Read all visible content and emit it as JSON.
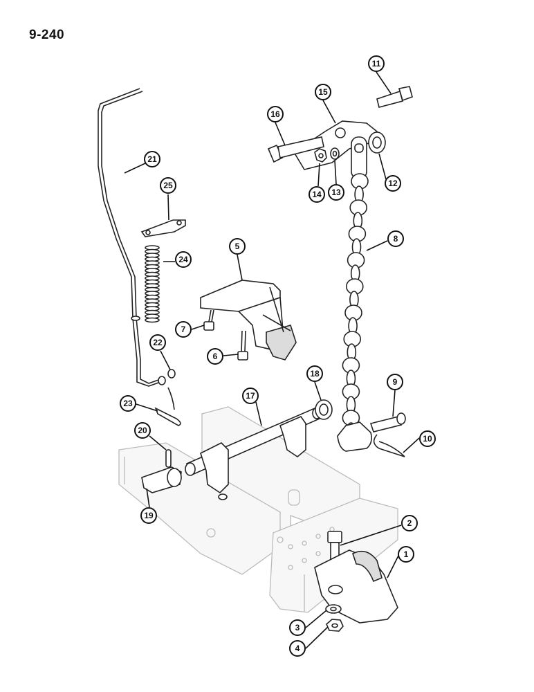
{
  "page_number": "9-240",
  "colors": {
    "ink": "#111111",
    "ghost": "#bbbbbb"
  },
  "callouts": [
    {
      "id": "1",
      "label": "1"
    },
    {
      "id": "2",
      "label": "2"
    },
    {
      "id": "3",
      "label": "3"
    },
    {
      "id": "4",
      "label": "4"
    },
    {
      "id": "5",
      "label": "5"
    },
    {
      "id": "6",
      "label": "6"
    },
    {
      "id": "7",
      "label": "7"
    },
    {
      "id": "8",
      "label": "8"
    },
    {
      "id": "9",
      "label": "9"
    },
    {
      "id": "10",
      "label": "10"
    },
    {
      "id": "11",
      "label": "11"
    },
    {
      "id": "12",
      "label": "12"
    },
    {
      "id": "13",
      "label": "13"
    },
    {
      "id": "14",
      "label": "14"
    },
    {
      "id": "15",
      "label": "15"
    },
    {
      "id": "16",
      "label": "16"
    },
    {
      "id": "17",
      "label": "17"
    },
    {
      "id": "18",
      "label": "18"
    },
    {
      "id": "19",
      "label": "19"
    },
    {
      "id": "20",
      "label": "20"
    },
    {
      "id": "21",
      "label": "21"
    },
    {
      "id": "22",
      "label": "22"
    },
    {
      "id": "23",
      "label": "23"
    },
    {
      "id": "24",
      "label": "24"
    },
    {
      "id": "25",
      "label": "25"
    }
  ]
}
